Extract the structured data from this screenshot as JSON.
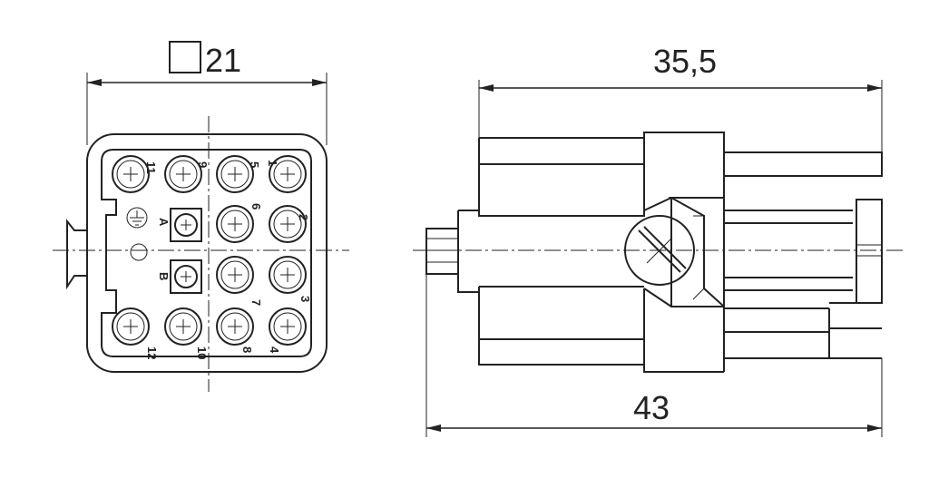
{
  "dimensions": {
    "width_square": "21",
    "length_top": "35,5",
    "length_bottom": "43"
  },
  "pins": [
    "1",
    "2",
    "3",
    "4",
    "5",
    "6",
    "7",
    "8",
    "9",
    "10",
    "11",
    "12",
    "A",
    "B"
  ],
  "symbols": {
    "square": "square-symbol",
    "ground": "ground-symbol"
  },
  "colors": {
    "line": "#222222",
    "background": "#ffffff"
  }
}
